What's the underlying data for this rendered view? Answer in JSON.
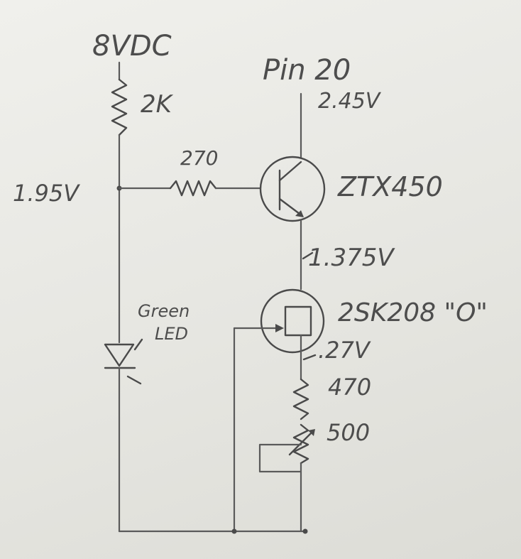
{
  "labels": {
    "supply": "8VDC",
    "r1": "2K",
    "rb": "270",
    "node_v": "1.95V",
    "pin": "Pin 20",
    "pin_v": "2.45V",
    "transistor": "ZTX450",
    "emitter_v": "1.375V",
    "led_line1": "Green",
    "led_line2": "LED",
    "fet": "2SK208 \"O\"",
    "source_v": ".27V",
    "r2": "470",
    "pot": "500"
  },
  "colors": {
    "paper": "#ecece7",
    "ink": "#4a4a4a"
  }
}
